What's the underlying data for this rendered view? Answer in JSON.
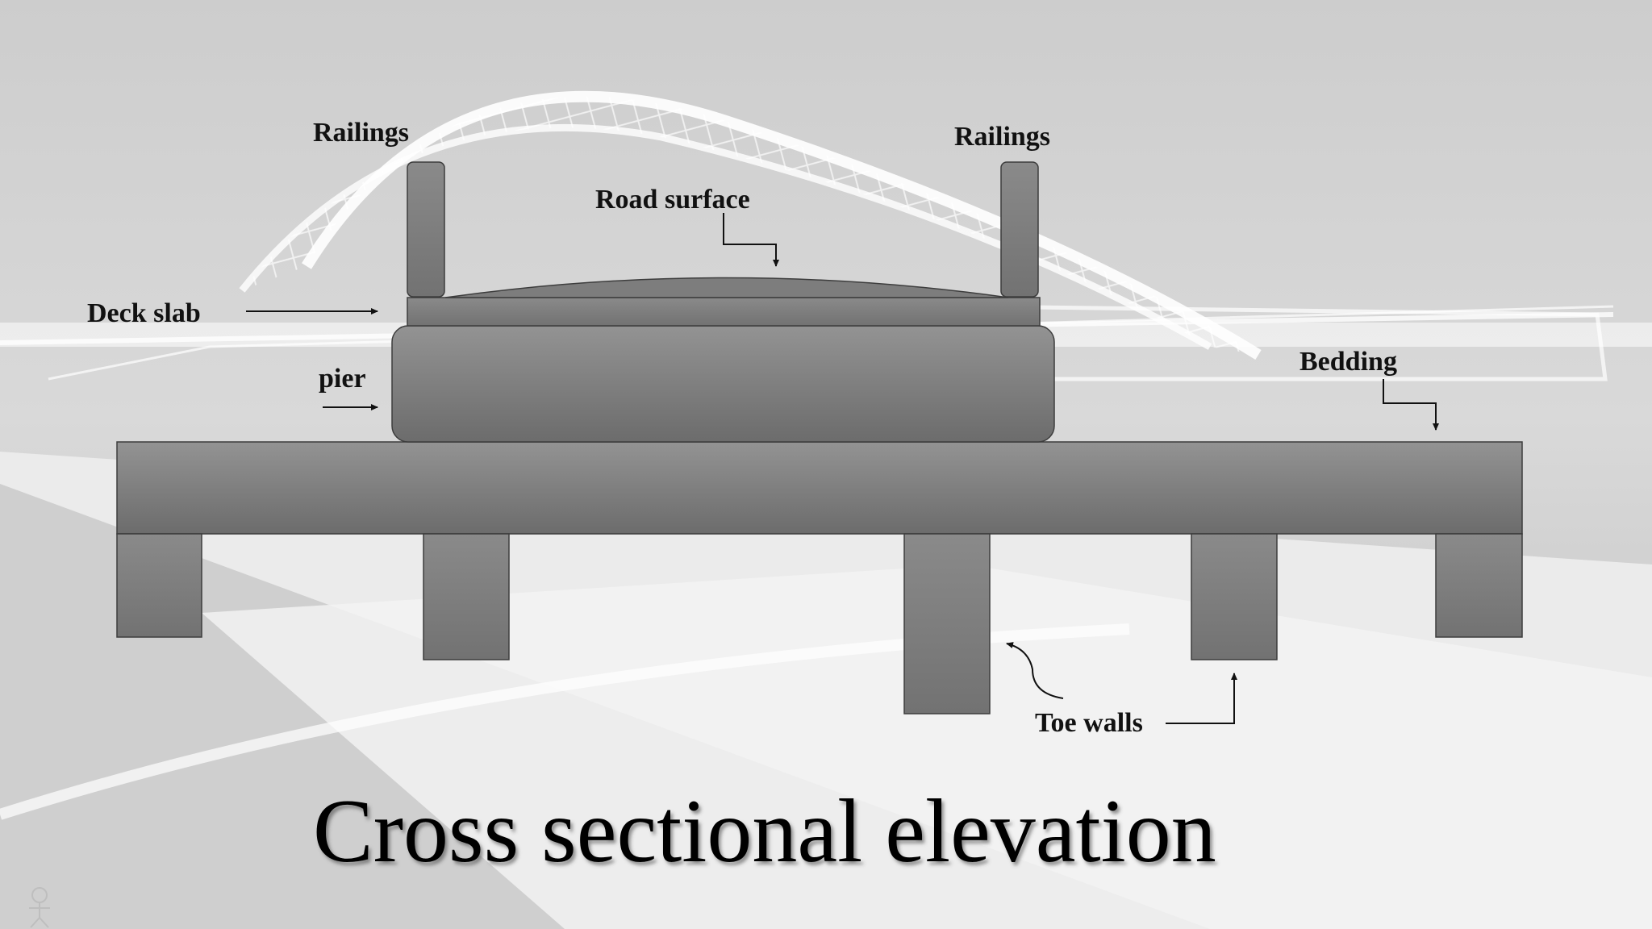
{
  "title": "Cross sectional elevation",
  "labels": {
    "railings_left": "Railings",
    "railings_right": "Railings",
    "road_surface": "Road surface",
    "deck_slab": "Deck slab",
    "pier": "pier",
    "bedding": "Bedding",
    "toe_walls": "Toe walls"
  },
  "colors": {
    "structure_top": "#8e8e8e",
    "structure_bottom": "#6e6e6e",
    "background": "#d0d0d0",
    "label_text": "#111111"
  },
  "icons": {
    "corner_logo": "stick-figure-icon"
  }
}
